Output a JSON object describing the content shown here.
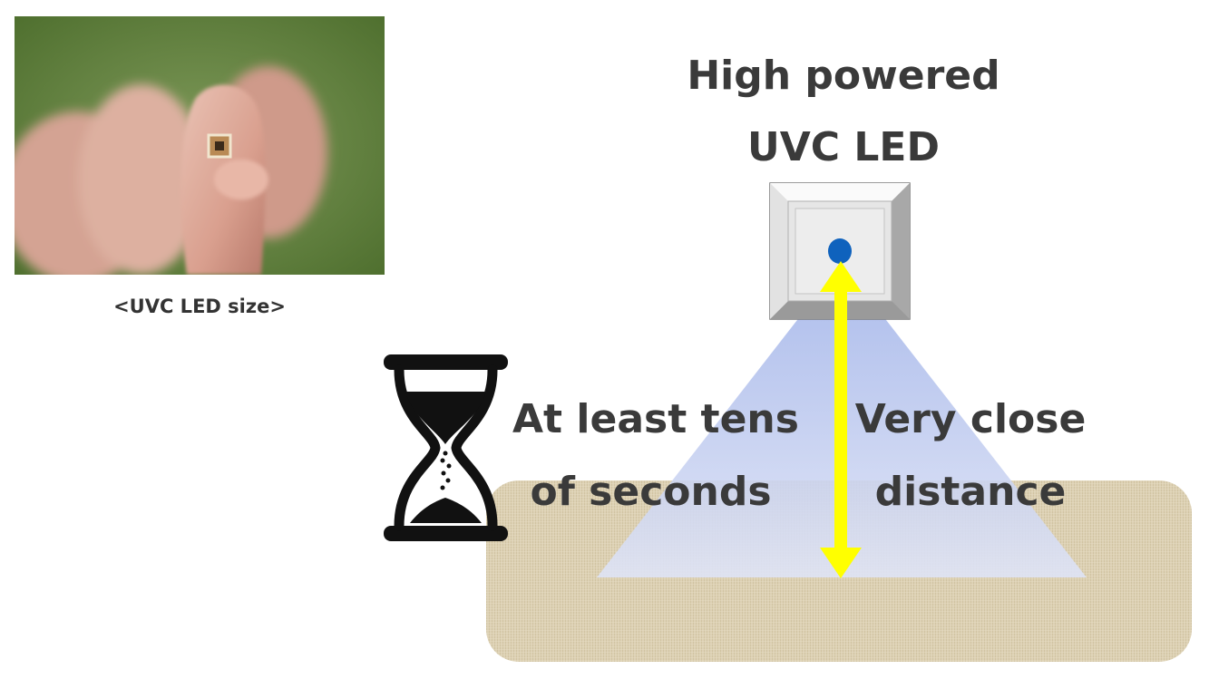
{
  "photo": {
    "caption": "<UVC LED size>"
  },
  "led": {
    "title_line1": "High powered",
    "title_line2": "UVC LED"
  },
  "exposure": {
    "line1": "At least tens",
    "line2": "of seconds"
  },
  "distance": {
    "line1": "Very close",
    "line2": "distance"
  },
  "icons": {
    "time": "hourglass-icon",
    "led": "uvc-led-chip-icon",
    "arrow": "double-headed-arrow-icon"
  },
  "colors": {
    "beam": "#b3c3ee",
    "arrow": "#ffff00",
    "led_dot": "#0f62bd",
    "surface": "#d8ccad",
    "text": "#3a3a3a"
  }
}
